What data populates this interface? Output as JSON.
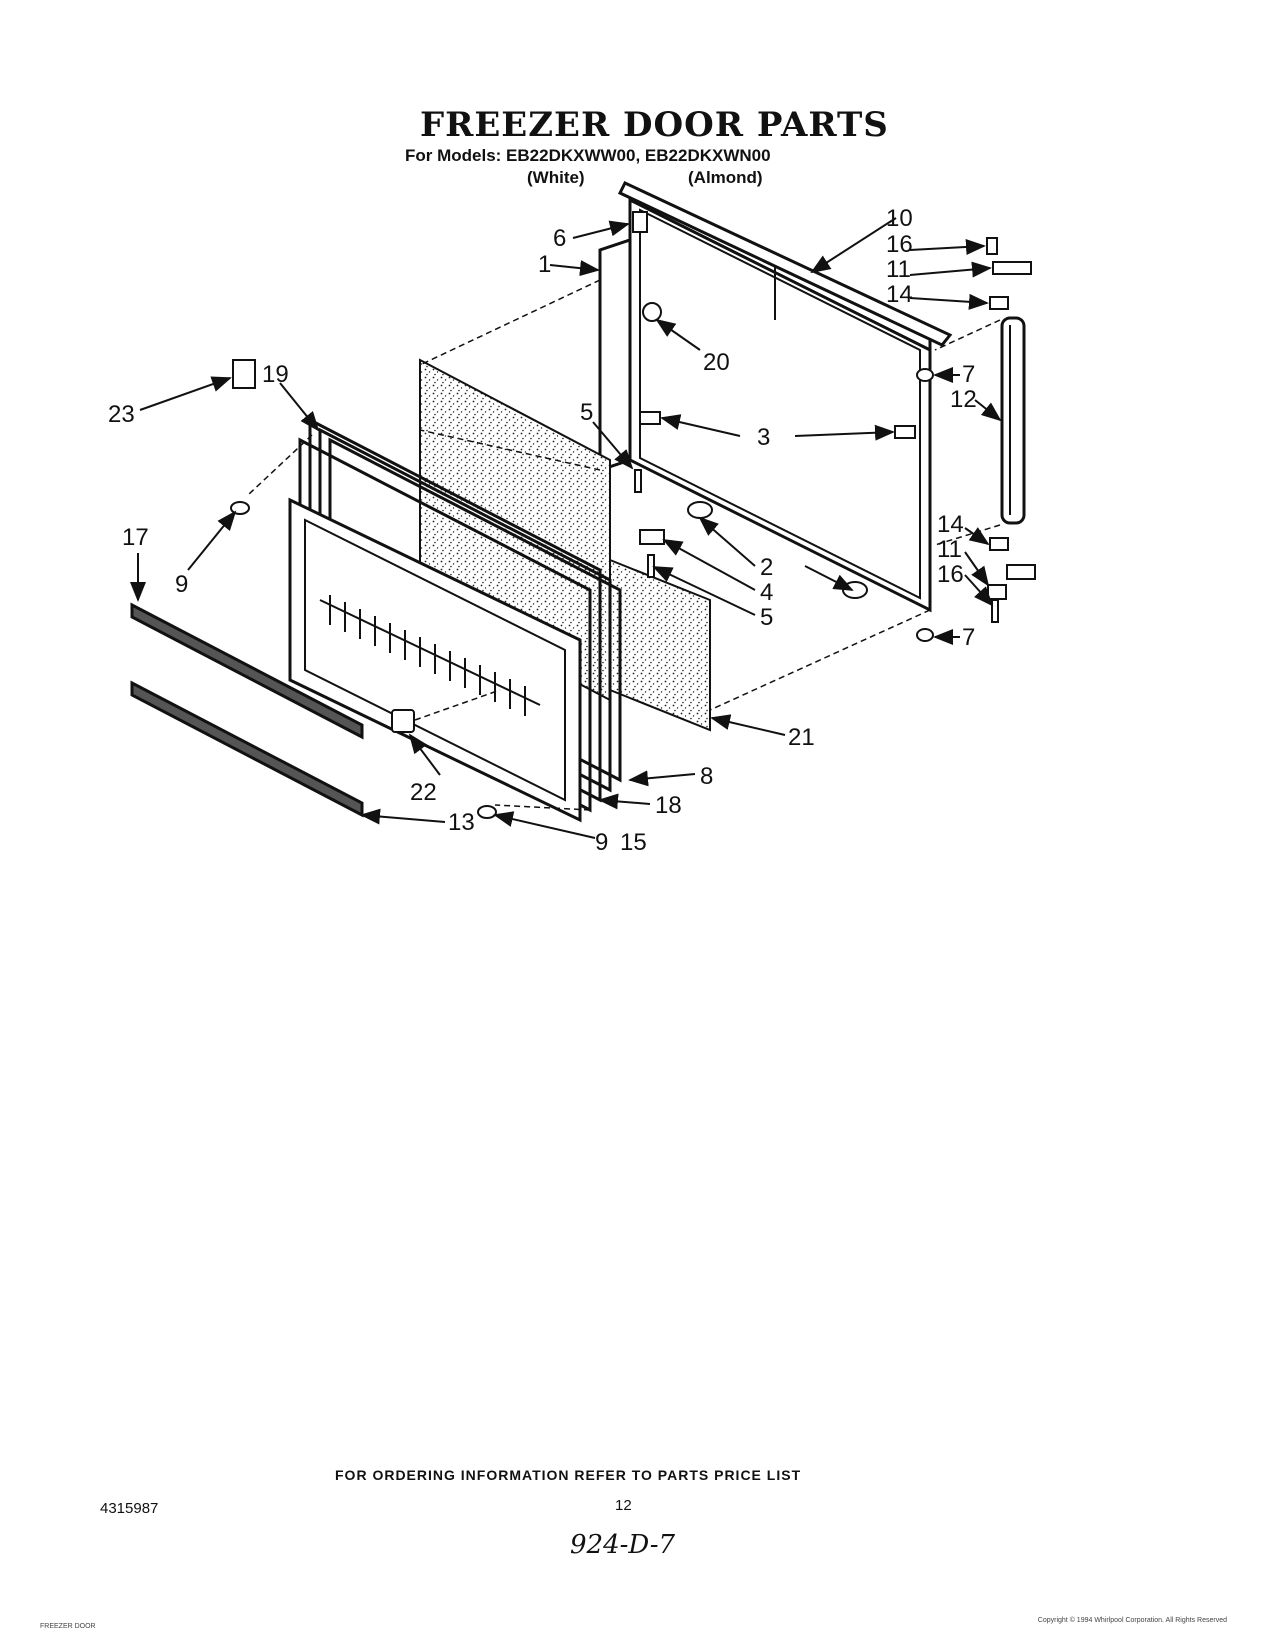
{
  "header": {
    "title": "FREEZER DOOR PARTS",
    "models_line": "For Models: EB22DKXWW00, EB22DKXWN00",
    "color_white": "(White)",
    "color_almond": "(Almond)"
  },
  "callouts": [
    "1",
    "2",
    "3",
    "4",
    "5",
    "5",
    "6",
    "7",
    "7",
    "8",
    "9",
    "9",
    "10",
    "11",
    "11",
    "12",
    "13",
    "14",
    "14",
    "15",
    "16",
    "16",
    "17",
    "18",
    "19",
    "20",
    "21",
    "22",
    "23"
  ],
  "footer": {
    "ordering_info": "FOR ORDERING INFORMATION REFER TO PARTS PRICE LIST",
    "part_number": "4315987",
    "page_number": "12",
    "handwritten_code": "924-D-7",
    "copyright": "Copyright © 1994 Whirlpool Corporation. All Rights Reserved",
    "footer_left": "FREEZER DOOR"
  }
}
